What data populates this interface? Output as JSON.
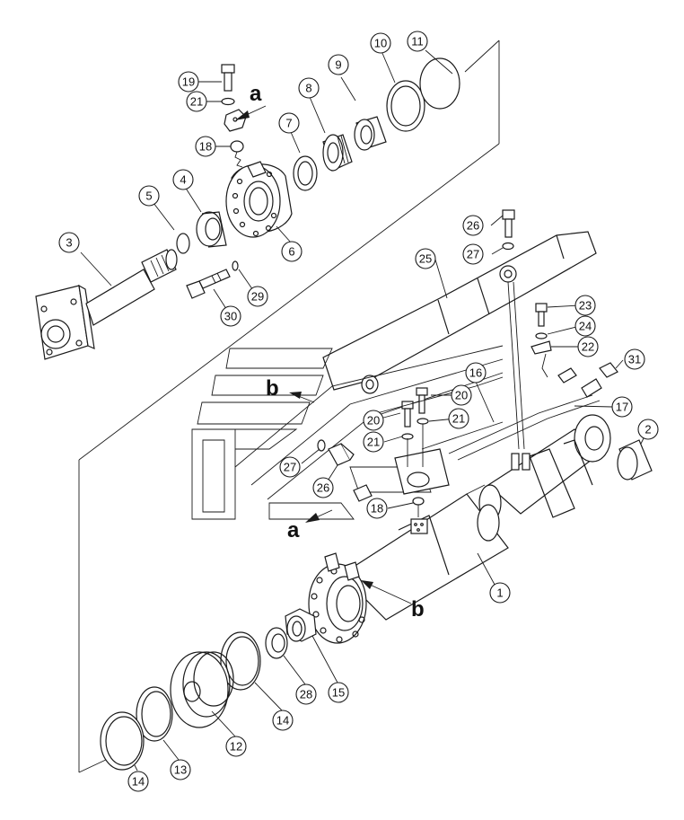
{
  "callouts": [
    {
      "id": "c1",
      "label": "1"
    },
    {
      "id": "c2",
      "label": "2"
    },
    {
      "id": "c3",
      "label": "3"
    },
    {
      "id": "c4",
      "label": "4"
    },
    {
      "id": "c5",
      "label": "5"
    },
    {
      "id": "c6",
      "label": "6"
    },
    {
      "id": "c7",
      "label": "7"
    },
    {
      "id": "c8",
      "label": "8"
    },
    {
      "id": "c9",
      "label": "9"
    },
    {
      "id": "c10",
      "label": "10"
    },
    {
      "id": "c11",
      "label": "11"
    },
    {
      "id": "c12",
      "label": "12"
    },
    {
      "id": "c13",
      "label": "13"
    },
    {
      "id": "c14a",
      "label": "14"
    },
    {
      "id": "c14b",
      "label": "14"
    },
    {
      "id": "c15",
      "label": "15"
    },
    {
      "id": "c16",
      "label": "16"
    },
    {
      "id": "c17",
      "label": "17"
    },
    {
      "id": "c18a",
      "label": "18"
    },
    {
      "id": "c18b",
      "label": "18"
    },
    {
      "id": "c19",
      "label": "19"
    },
    {
      "id": "c20a",
      "label": "20"
    },
    {
      "id": "c20b",
      "label": "20"
    },
    {
      "id": "c21a",
      "label": "21"
    },
    {
      "id": "c21b",
      "label": "21"
    },
    {
      "id": "c21c",
      "label": "21"
    },
    {
      "id": "c22",
      "label": "22"
    },
    {
      "id": "c23",
      "label": "23"
    },
    {
      "id": "c24",
      "label": "24"
    },
    {
      "id": "c25",
      "label": "25"
    },
    {
      "id": "c26a",
      "label": "26"
    },
    {
      "id": "c26b",
      "label": "26"
    },
    {
      "id": "c27a",
      "label": "27"
    },
    {
      "id": "c27b",
      "label": "27"
    },
    {
      "id": "c28",
      "label": "28"
    },
    {
      "id": "c29",
      "label": "29"
    },
    {
      "id": "c30",
      "label": "30"
    },
    {
      "id": "c31",
      "label": "31"
    }
  ],
  "markers": {
    "a_top": "a",
    "a_bottom": "a",
    "b_left": "b",
    "b_right": "b"
  }
}
